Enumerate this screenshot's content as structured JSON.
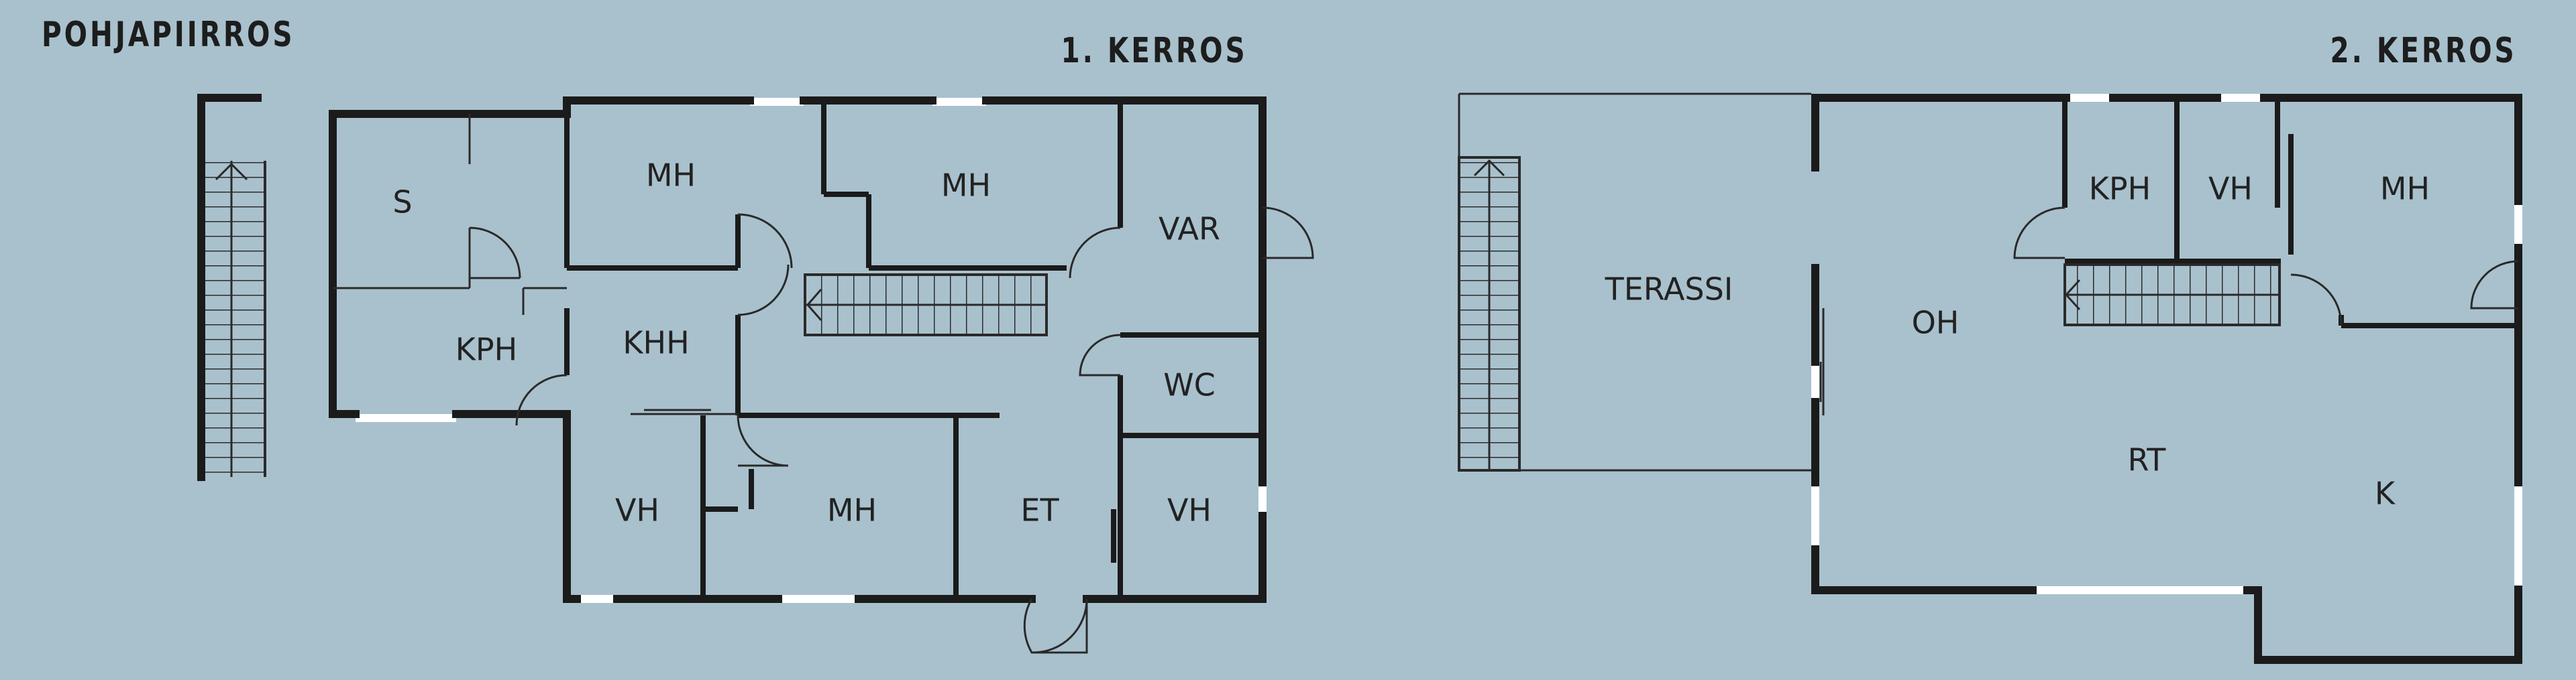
{
  "title": "POHJAPIIRROS",
  "floors": [
    {
      "id": "floor-1",
      "name": "1. KERROS",
      "rooms": [
        "S",
        "MH",
        "MH",
        "VAR",
        "KPH",
        "KHH",
        "WC",
        "VH",
        "MH",
        "ET",
        "VH"
      ]
    },
    {
      "id": "floor-2",
      "name": "2. KERROS",
      "rooms": [
        "TERASSI",
        "KPH",
        "VH",
        "MH",
        "OH",
        "RT",
        "K"
      ]
    }
  ],
  "colors": {
    "background": "#a9c1cd",
    "wall": "#1b1b1b",
    "thin_line": "#2a2a2a",
    "window": "#ffffff",
    "text": "#222222"
  }
}
